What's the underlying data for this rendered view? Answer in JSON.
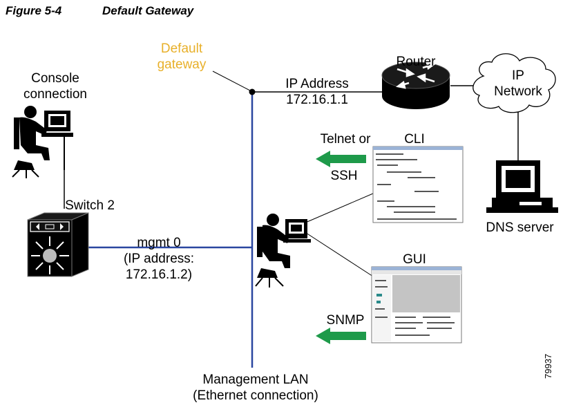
{
  "figure": {
    "number": "Figure 5-4",
    "title": "Default Gateway",
    "id": "79937"
  },
  "labels": {
    "default_gateway_line1": "Default",
    "default_gateway_line2": "gateway",
    "console_line1": "Console",
    "console_line2": "connection",
    "ip_address_line1": "IP Address",
    "ip_address_line2": "172.16.1.1",
    "router": "Router",
    "ip_network_line1": "IP",
    "ip_network_line2": "Network",
    "telnet_line1": "Telnet or",
    "telnet_line2": "SSH",
    "cli": "CLI",
    "switch": "Switch 2",
    "mgmt_line1": "mgmt 0",
    "mgmt_line2": "(IP address:",
    "mgmt_line3": "172.16.1.2)",
    "dns_server": "DNS server",
    "gui": "GUI",
    "snmp": "SNMP",
    "lan_line1": "Management LAN",
    "lan_line2": "(Ethernet connection)"
  },
  "colors": {
    "lan": "#2a46a0",
    "arrow": "#1e9a4a",
    "gateway": "#e8b02a",
    "device": "#000000"
  }
}
